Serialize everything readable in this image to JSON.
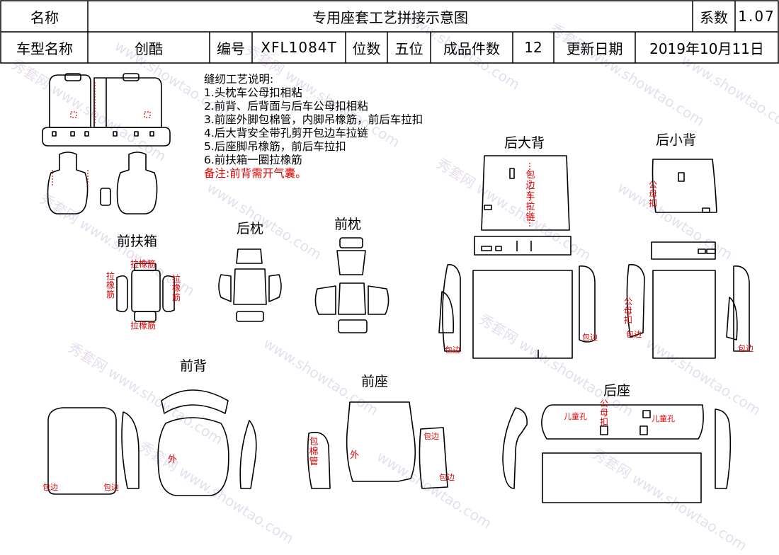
{
  "header": {
    "name_label": "名称",
    "doc_title": "专用座套工艺拼接示意图",
    "coef_label": "系数",
    "coef_value": "1.07",
    "car_model_label": "车型名称",
    "car_model_value": "创酷",
    "code_label": "编号",
    "code_value": "XFL1084T",
    "seats_label": "位数",
    "seats_value": "五位",
    "pieces_label": "成品件数",
    "pieces_value": "12",
    "update_label": "更新日期",
    "update_value": "2019年10月11日"
  },
  "notes": {
    "title": "缝纫工艺说明:",
    "items": [
      "1.头枕车公母扣相粘",
      "2.前背、后背面与后车公母扣相粘",
      "3.前座外脚包棉管，内脚吊橡筋，前后车拉扣",
      "4.后大背安全带孔剪开包边车拉链",
      "5.后座脚吊橡筋，前后车拉扣",
      "6.前扶箱一圈拉橡筋"
    ],
    "remark": "备注:前背需开气囊。"
  },
  "sections": {
    "front_armrest": "前扶箱",
    "rear_headrest": "后枕",
    "front_headrest": "前枕",
    "rear_big_back": "后大背",
    "rear_small_back": "后小背",
    "front_back": "前背",
    "front_seat": "前座",
    "rear_seat": "后座"
  },
  "annotations": {
    "pull_elastic": "拉橡筋",
    "binding_zipper": "包边车拉链",
    "male_female_buckle": "公母扣",
    "binding": "包边",
    "outer": "外",
    "cotton_tube": "包棉管",
    "child_seat": "儿童孔"
  },
  "watermark": {
    "cn": "秀套网",
    "en": "www.showtao.com"
  },
  "colors": {
    "annotation": "#e00000",
    "line": "#000000",
    "watermark": "#c9b8dc"
  }
}
